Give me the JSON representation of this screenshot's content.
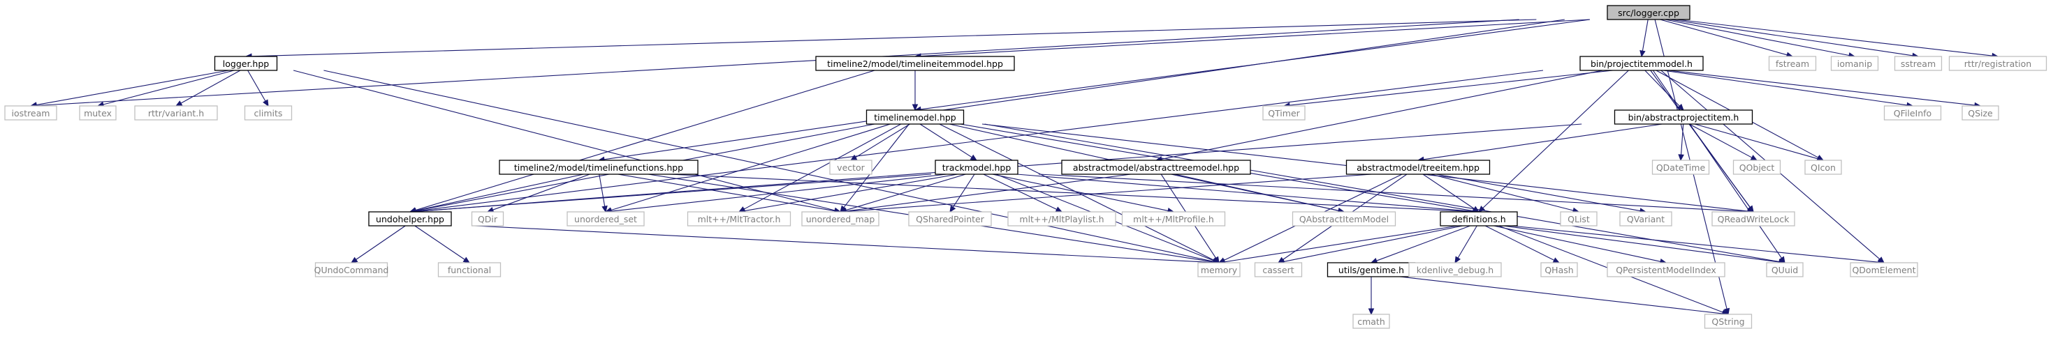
{
  "colors": {
    "edge": "#191970",
    "documented_border": "#000000",
    "external_border": "#bfbfbf",
    "external_text": "#7f7f7f",
    "root_fill": "#bfbfbf"
  },
  "nodes": [
    {
      "id": "logger_cpp",
      "label": "src/logger.cpp",
      "kind": "root"
    },
    {
      "id": "logger_hpp",
      "label": "logger.hpp",
      "kind": "doc"
    },
    {
      "id": "timelineitemmodel",
      "label": "timeline2/model/timelineitemmodel.hpp",
      "kind": "doc"
    },
    {
      "id": "projectitemmodel",
      "label": "bin/projectitemmodel.h",
      "kind": "doc"
    },
    {
      "id": "fstream",
      "label": "fstream",
      "kind": "ext"
    },
    {
      "id": "iomanip",
      "label": "iomanip",
      "kind": "ext"
    },
    {
      "id": "sstream",
      "label": "sstream",
      "kind": "ext"
    },
    {
      "id": "rttr_registration",
      "label": "rttr/registration",
      "kind": "ext"
    },
    {
      "id": "iostream",
      "label": "iostream",
      "kind": "ext"
    },
    {
      "id": "mutex",
      "label": "mutex",
      "kind": "ext"
    },
    {
      "id": "rttr_variant",
      "label": "rttr/variant.h",
      "kind": "ext"
    },
    {
      "id": "climits",
      "label": "climits",
      "kind": "ext"
    },
    {
      "id": "timelinemodel",
      "label": "timelinemodel.hpp",
      "kind": "doc"
    },
    {
      "id": "qtimer",
      "label": "QTimer",
      "kind": "ext"
    },
    {
      "id": "abstractprojectitem",
      "label": "bin/abstractprojectitem.h",
      "kind": "doc"
    },
    {
      "id": "qfileinfo",
      "label": "QFileInfo",
      "kind": "ext"
    },
    {
      "id": "qsize",
      "label": "QSize",
      "kind": "ext"
    },
    {
      "id": "vector",
      "label": "vector",
      "kind": "ext"
    },
    {
      "id": "timelinefunctions",
      "label": "timeline2/model/timelinefunctions.hpp",
      "kind": "doc"
    },
    {
      "id": "trackmodel",
      "label": "trackmodel.hpp",
      "kind": "doc"
    },
    {
      "id": "abstracttreemodel",
      "label": "abstractmodel/abstracttreemodel.hpp",
      "kind": "doc"
    },
    {
      "id": "treeitem",
      "label": "abstractmodel/treeitem.hpp",
      "kind": "doc"
    },
    {
      "id": "qdatetime",
      "label": "QDateTime",
      "kind": "ext"
    },
    {
      "id": "qobject",
      "label": "QObject",
      "kind": "ext"
    },
    {
      "id": "qicon",
      "label": "QIcon",
      "kind": "ext"
    },
    {
      "id": "undohelper",
      "label": "undohelper.hpp",
      "kind": "doc"
    },
    {
      "id": "qdir",
      "label": "QDir",
      "kind": "ext"
    },
    {
      "id": "unordered_set",
      "label": "unordered_set",
      "kind": "ext"
    },
    {
      "id": "mlt_tractor",
      "label": "mlt++/MltTractor.h",
      "kind": "ext"
    },
    {
      "id": "unordered_map",
      "label": "unordered_map",
      "kind": "ext"
    },
    {
      "id": "qsharedpointer",
      "label": "QSharedPointer",
      "kind": "ext"
    },
    {
      "id": "mlt_playlist",
      "label": "mlt++/MltPlaylist.h",
      "kind": "ext"
    },
    {
      "id": "mlt_profile",
      "label": "mlt++/MltProfile.h",
      "kind": "ext"
    },
    {
      "id": "qabstractitemmodel",
      "label": "QAbstractItemModel",
      "kind": "ext"
    },
    {
      "id": "definitions",
      "label": "definitions.h",
      "kind": "doc"
    },
    {
      "id": "qlist",
      "label": "QList",
      "kind": "ext"
    },
    {
      "id": "qvariant",
      "label": "QVariant",
      "kind": "ext"
    },
    {
      "id": "qreadwritelock",
      "label": "QReadWriteLock",
      "kind": "ext"
    },
    {
      "id": "qundocommand",
      "label": "QUndoCommand",
      "kind": "ext"
    },
    {
      "id": "functional",
      "label": "functional",
      "kind": "ext"
    },
    {
      "id": "memory",
      "label": "memory",
      "kind": "ext"
    },
    {
      "id": "cassert",
      "label": "cassert",
      "kind": "ext"
    },
    {
      "id": "gentime",
      "label": "utils/gentime.h",
      "kind": "doc"
    },
    {
      "id": "kdenlive_debug",
      "label": "kdenlive_debug.h",
      "kind": "ext"
    },
    {
      "id": "qhash",
      "label": "QHash",
      "kind": "ext"
    },
    {
      "id": "qpersistentmodelindex",
      "label": "QPersistentModelIndex",
      "kind": "ext"
    },
    {
      "id": "quuid",
      "label": "QUuid",
      "kind": "ext"
    },
    {
      "id": "qdomelement",
      "label": "QDomElement",
      "kind": "ext"
    },
    {
      "id": "cmath",
      "label": "cmath",
      "kind": "ext"
    },
    {
      "id": "qstring",
      "label": "QString",
      "kind": "ext"
    }
  ],
  "edges": [
    [
      "logger_cpp",
      "logger_hpp"
    ],
    [
      "logger_cpp",
      "timelineitemmodel"
    ],
    [
      "logger_cpp",
      "projectitemmodel"
    ],
    [
      "logger_cpp",
      "fstream"
    ],
    [
      "logger_cpp",
      "iomanip"
    ],
    [
      "logger_cpp",
      "sstream"
    ],
    [
      "logger_cpp",
      "rttr_registration"
    ],
    [
      "logger_cpp",
      "iostream"
    ],
    [
      "logger_cpp",
      "timelinemodel"
    ],
    [
      "logger_cpp",
      "timelinefunctions"
    ],
    [
      "logger_cpp",
      "qstring"
    ],
    [
      "logger_hpp",
      "iostream"
    ],
    [
      "logger_hpp",
      "mutex"
    ],
    [
      "logger_hpp",
      "rttr_variant"
    ],
    [
      "logger_hpp",
      "climits"
    ],
    [
      "logger_hpp",
      "memory"
    ],
    [
      "logger_hpp",
      "unordered_map"
    ],
    [
      "timelineitemmodel",
      "timelinemodel"
    ],
    [
      "timelineitemmodel",
      "undohelper"
    ],
    [
      "projectitemmodel",
      "abstractprojectitem"
    ],
    [
      "projectitemmodel",
      "qtimer"
    ],
    [
      "projectitemmodel",
      "qfileinfo"
    ],
    [
      "projectitemmodel",
      "qsize"
    ],
    [
      "projectitemmodel",
      "abstracttreemodel"
    ],
    [
      "projectitemmodel",
      "undohelper"
    ],
    [
      "projectitemmodel",
      "definitions"
    ],
    [
      "projectitemmodel",
      "qicon"
    ],
    [
      "projectitemmodel",
      "qreadwritelock"
    ],
    [
      "projectitemmodel",
      "quuid"
    ],
    [
      "projectitemmodel",
      "qdomelement"
    ],
    [
      "timelinemodel",
      "vector"
    ],
    [
      "timelinemodel",
      "trackmodel"
    ],
    [
      "timelinemodel",
      "undohelper"
    ],
    [
      "timelinemodel",
      "unordered_set"
    ],
    [
      "timelinemodel",
      "mlt_tractor"
    ],
    [
      "timelinemodel",
      "unordered_map"
    ],
    [
      "timelinemodel",
      "qabstractitemmodel"
    ],
    [
      "timelinemodel",
      "definitions"
    ],
    [
      "timelinemodel",
      "qreadwritelock"
    ],
    [
      "timelinemodel",
      "memory"
    ],
    [
      "timelinemodel",
      "quuid"
    ],
    [
      "abstractprojectitem",
      "treeitem"
    ],
    [
      "abstractprojectitem",
      "qdatetime"
    ],
    [
      "abstractprojectitem",
      "qobject"
    ],
    [
      "abstractprojectitem",
      "qicon"
    ],
    [
      "abstractprojectitem",
      "qreadwritelock"
    ],
    [
      "abstractprojectitem",
      "undohelper"
    ],
    [
      "timelinefunctions",
      "undohelper"
    ],
    [
      "timelinefunctions",
      "qdir"
    ],
    [
      "timelinefunctions",
      "unordered_set"
    ],
    [
      "timelinefunctions",
      "unordered_map"
    ],
    [
      "timelinefunctions",
      "definitions"
    ],
    [
      "timelinefunctions",
      "memory"
    ],
    [
      "trackmodel",
      "undohelper"
    ],
    [
      "trackmodel",
      "unordered_set"
    ],
    [
      "trackmodel",
      "mlt_tractor"
    ],
    [
      "trackmodel",
      "unordered_map"
    ],
    [
      "trackmodel",
      "qsharedpointer"
    ],
    [
      "trackmodel",
      "mlt_playlist"
    ],
    [
      "trackmodel",
      "mlt_profile"
    ],
    [
      "trackmodel",
      "definitions"
    ],
    [
      "trackmodel",
      "qreadwritelock"
    ],
    [
      "trackmodel",
      "memory"
    ],
    [
      "abstracttreemodel",
      "qabstractitemmodel"
    ],
    [
      "abstracttreemodel",
      "unordered_map"
    ],
    [
      "abstracttreemodel",
      "memory"
    ],
    [
      "treeitem",
      "definitions"
    ],
    [
      "treeitem",
      "qlist"
    ],
    [
      "treeitem",
      "qvariant"
    ],
    [
      "treeitem",
      "unordered_map"
    ],
    [
      "treeitem",
      "memory"
    ],
    [
      "treeitem",
      "cassert"
    ],
    [
      "undohelper",
      "qundocommand"
    ],
    [
      "undohelper",
      "functional"
    ],
    [
      "undohelper",
      "memory"
    ],
    [
      "definitions",
      "memory"
    ],
    [
      "definitions",
      "cassert"
    ],
    [
      "definitions",
      "gentime"
    ],
    [
      "definitions",
      "kdenlive_debug"
    ],
    [
      "definitions",
      "qhash"
    ],
    [
      "definitions",
      "qpersistentmodelindex"
    ],
    [
      "definitions",
      "quuid"
    ],
    [
      "definitions",
      "qdomelement"
    ],
    [
      "definitions",
      "qstring"
    ],
    [
      "gentime",
      "cmath"
    ],
    [
      "gentime",
      "qstring"
    ]
  ]
}
